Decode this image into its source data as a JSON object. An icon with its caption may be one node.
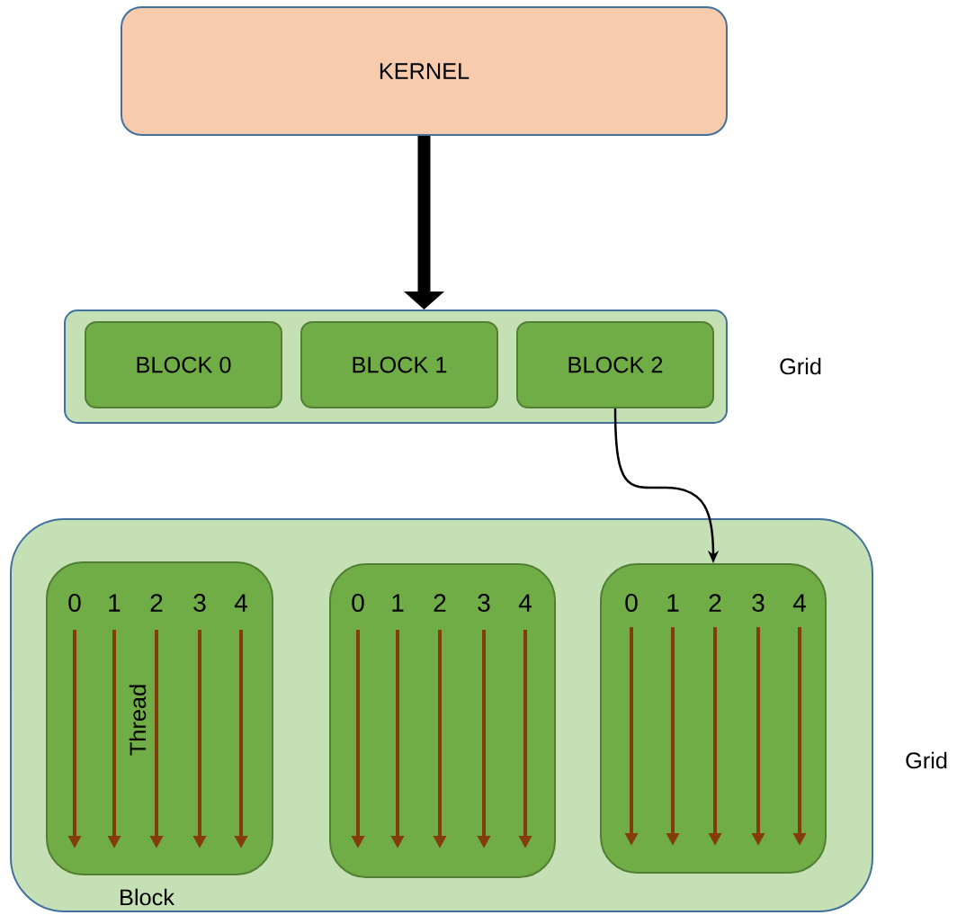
{
  "diagram": {
    "nodes": [
      {
        "text": [
          "KERNEL"
        ]
      },
      {
        "text": [],
        "shape": "box",
        "beside": [
          "Grid"
        ]
      },
      {
        "text": [
          "BLOCK 0"
        ],
        "in": 1
      },
      {
        "text": [
          "BLOCK 1"
        ],
        "in": 1
      },
      {
        "text": [
          "BLOCK 2"
        ],
        "in": 1
      },
      {
        "text": [],
        "shape": "box",
        "beside": [
          "Grid"
        ]
      },
      {
        "text": [],
        "shape": "box",
        "in": 5,
        "beside": [
          "Block"
        ]
      },
      {
        "text": [],
        "shape": "box",
        "in": 5
      },
      {
        "text": [],
        "shape": "box",
        "in": 5
      }
    ],
    "edges": [
      {
        "from": 0,
        "to": 1,
        "arrow": "to",
        "style": "thick"
      },
      {
        "from": 4,
        "to": 8,
        "arrow": "to"
      }
    ],
    "labels": [
      "0",
      "1",
      "2",
      "3",
      "4",
      "0",
      "1",
      "2",
      "3",
      "4",
      "0",
      "1",
      "2",
      "3",
      "4",
      "Thread"
    ]
  }
}
